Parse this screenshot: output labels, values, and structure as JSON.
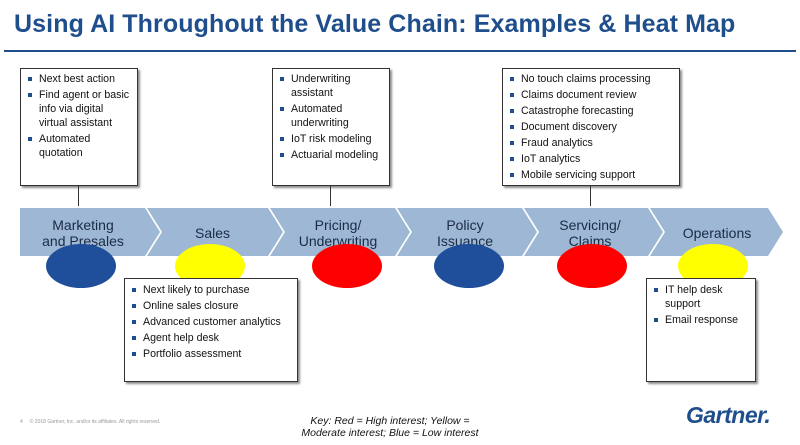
{
  "title": "Using AI Throughout the Value Chain: Examples & Heat Map",
  "colors": {
    "accent": "#1f4e8c",
    "chevron": "#9db7d4",
    "red": "#ff0000",
    "yellow": "#ffff00",
    "blue": "#1f4e9a"
  },
  "stages": [
    {
      "label": "Marketing\nand Presales",
      "interest": "blue"
    },
    {
      "label": "Sales",
      "interest": "yellow"
    },
    {
      "label": "Pricing/\nUnderwriting",
      "interest": "red"
    },
    {
      "label": "Policy\nIssuance",
      "interest": "blue"
    },
    {
      "label": "Servicing/\nClaims",
      "interest": "red"
    },
    {
      "label": "Operations",
      "interest": "yellow"
    }
  ],
  "boxes": {
    "marketing": [
      "Next best action",
      "Find agent or basic info via digital virtual assistant",
      "Automated quotation"
    ],
    "pricing": [
      "Underwriting assistant",
      "Automated underwriting",
      "IoT risk modeling",
      "Actuarial modeling"
    ],
    "servicing": [
      "No touch claims processing",
      "Claims document review",
      "Catastrophe forecasting",
      "Document discovery",
      "Fraud analytics",
      "IoT analytics",
      "Mobile servicing support"
    ],
    "sales": [
      "Next likely to purchase",
      "Online sales closure",
      "Advanced customer analytics",
      "Agent help desk",
      "Portfolio assessment"
    ],
    "operations": [
      "IT help desk support",
      "Email response"
    ]
  },
  "key_line1": "Key: Red = High interest; Yellow =",
  "key_line2": "Moderate interest; Blue = Low interest",
  "footnote": "© 2018 Gartner, Inc. and/or its affiliates. All rights reserved.",
  "page_number": "4",
  "logo": "Gartner."
}
